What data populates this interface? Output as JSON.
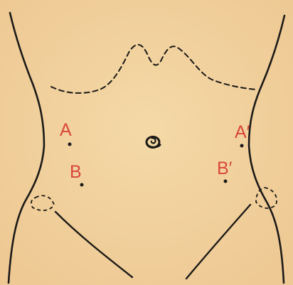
{
  "diagram": {
    "colors": {
      "skin": "#f4d9a7",
      "skin_shade": "#eec994",
      "outline": "#1c1a18",
      "label": "#d9463e"
    },
    "labels": {
      "point_a_left": "A",
      "point_b_left": "B",
      "point_a_right": "A′",
      "point_b_right": "B′"
    },
    "icons": [
      "navel-icon"
    ]
  }
}
